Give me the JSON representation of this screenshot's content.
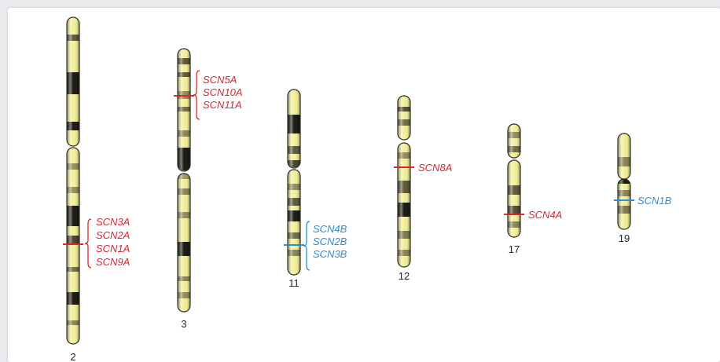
{
  "figure": {
    "colors": {
      "red": "#d8282e",
      "blue": "#2a8fd8",
      "band_light": "#f3ef9a",
      "band_dark": "#1c1c14",
      "outline": "#2e2e22"
    },
    "chromosomes": [
      {
        "number": "2",
        "genes": {
          "color": "red",
          "labels": [
            "SCN3A",
            "SCN2A",
            "SCN1A",
            "SCN9A"
          ]
        }
      },
      {
        "number": "3",
        "genes": {
          "color": "red",
          "labels": [
            "SCN5A",
            "SCN10A",
            "SCN11A"
          ]
        }
      },
      {
        "number": "11",
        "genes": {
          "color": "blue",
          "labels": [
            "SCN4B",
            "SCN2B",
            "SCN3B"
          ]
        }
      },
      {
        "number": "12",
        "genes": {
          "color": "red",
          "labels": [
            "SCN8A"
          ]
        }
      },
      {
        "number": "17",
        "genes": {
          "color": "red",
          "labels": [
            "SCN4A"
          ]
        }
      },
      {
        "number": "19",
        "genes": {
          "color": "blue",
          "labels": [
            "SCN1B"
          ]
        }
      }
    ]
  }
}
